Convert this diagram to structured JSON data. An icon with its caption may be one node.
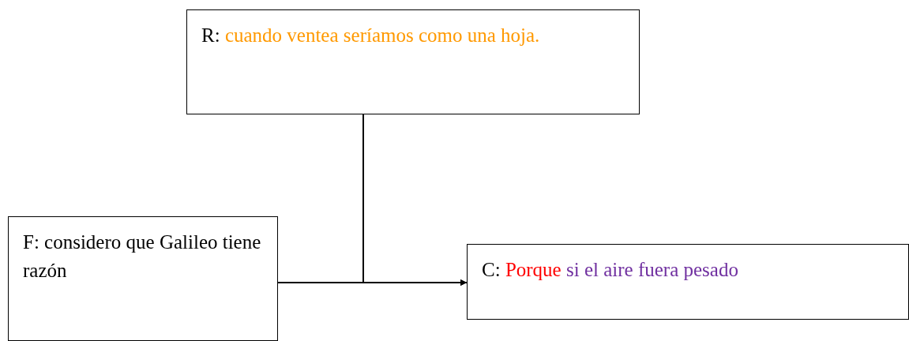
{
  "diagram": {
    "nodes": [
      {
        "text": [
          "R:",
          "cuando ventea seríamos como una hoja."
        ]
      },
      {
        "text": [
          "F: considero que Galileo tiene razón"
        ]
      },
      {
        "text": [
          "C:",
          "Porque",
          "si el aire fuera pesado"
        ]
      }
    ],
    "edges": [
      {
        "from": 1,
        "to": 2,
        "arrow": "to"
      },
      {
        "from": 0,
        "to": 2,
        "arrow": "to"
      }
    ]
  }
}
